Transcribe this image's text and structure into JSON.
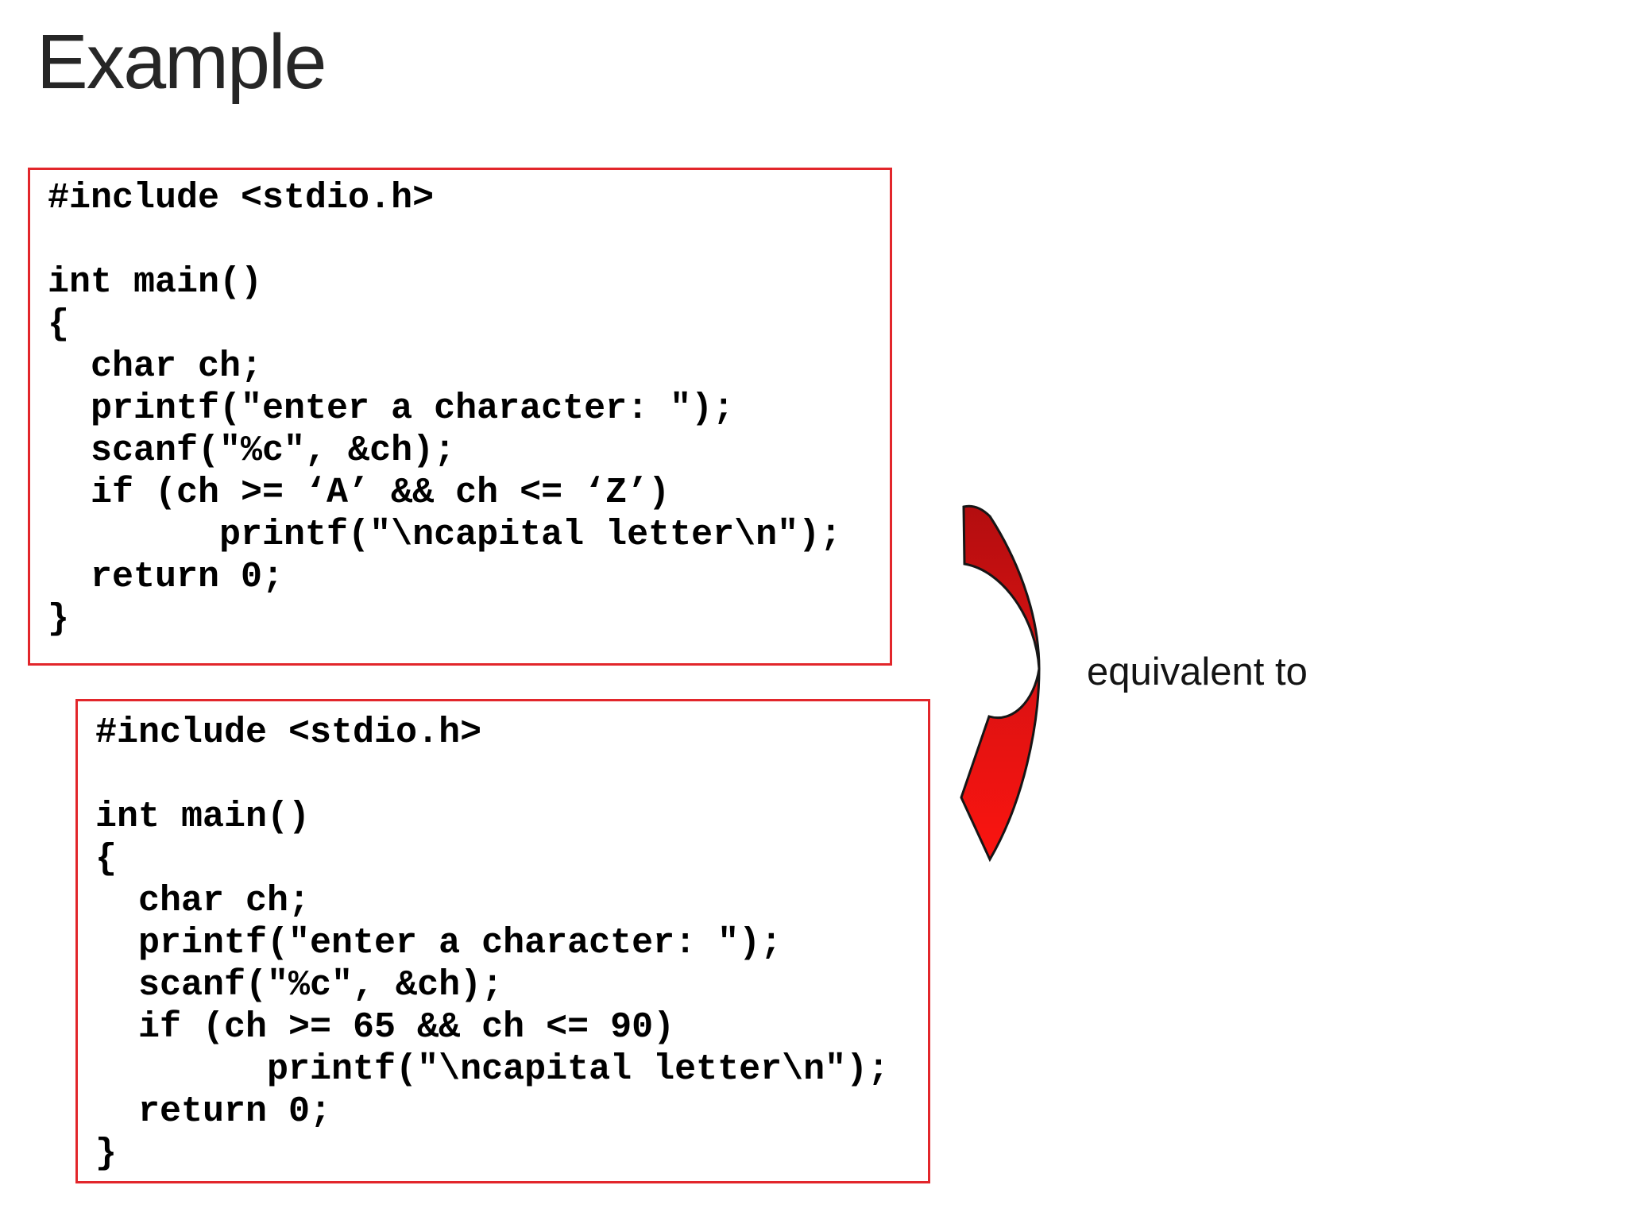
{
  "slide": {
    "title": "Example",
    "annotation": "equivalent to"
  },
  "code_box_1": {
    "lines": [
      "#include <stdio.h>",
      "",
      "int main()",
      "{",
      "  char ch;",
      "  printf(\"enter a character: \");",
      "  scanf(\"%c\", &ch);",
      "  if (ch >= ‘A’ && ch <= ‘Z’)",
      "        printf(\"\\ncapital letter\\n\");",
      "  return 0;",
      "}"
    ]
  },
  "code_box_2": {
    "lines": [
      "#include <stdio.h>",
      "",
      "int main()",
      "{",
      "  char ch;",
      "  printf(\"enter a character: \");",
      "  scanf(\"%c\", &ch);",
      "  if (ch >= 65 && ch <= 90)",
      "        printf(\"\\ncapital letter\\n\");",
      "  return 0;",
      "}"
    ]
  },
  "icons": {
    "curved_arrow": "curved-down-left-arrow"
  },
  "colors": {
    "box_border": "#e2262b",
    "arrow_fill_dark": "#b30d0f",
    "arrow_fill_bright": "#fb1410",
    "arrow_outline": "#161616",
    "title_text": "#262626",
    "code_text": "#000000",
    "annotation_text": "#141414",
    "background": "#ffffff"
  }
}
